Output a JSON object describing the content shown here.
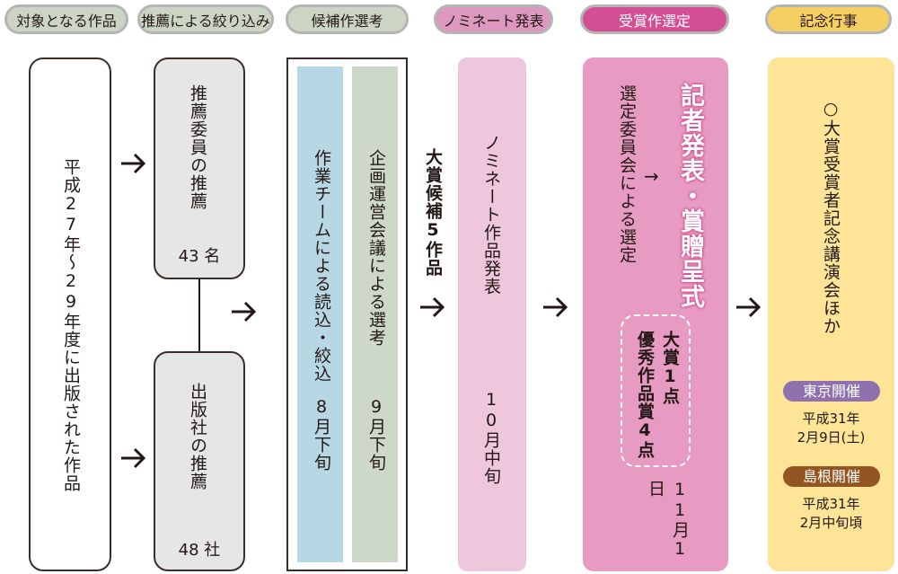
{
  "header": {
    "steps": [
      {
        "label": "対象となる作品",
        "color": "#ccd5c3"
      },
      {
        "label": "推薦による絞り込み",
        "color": "#ccd5c3"
      },
      {
        "label": "候補作選考",
        "color": "#ccd5c3"
      },
      {
        "label": "ノミネート発表",
        "color": "#dc98bf"
      },
      {
        "label": "受賞作選定",
        "color": "#d44e94"
      },
      {
        "label": "記念行事",
        "color": "#f5cf61"
      }
    ]
  },
  "target": {
    "text": "平成27年〜29年度に出版された作品"
  },
  "recommend": {
    "committee": {
      "title": "推薦委員の推薦",
      "count": "43 名"
    },
    "publisher": {
      "title": "出版社の推薦",
      "count": "48 社"
    }
  },
  "selection": {
    "team": {
      "title": "作業チームによる読込・絞込",
      "date": "8月下旬",
      "color": "#b7d7e4"
    },
    "meeting": {
      "title": "企画運営会議による選考",
      "date": "9月下旬",
      "color": "#ced8c8"
    }
  },
  "candidates": {
    "text": "大賞候補5作品"
  },
  "nominate": {
    "title": "ノミネート作品発表",
    "date": "10月中旬",
    "color": "#efc7dd"
  },
  "award": {
    "committee": "選定委員会による選定",
    "arrow": "→",
    "ceremony": "記者発表・賞贈呈式",
    "grand_prize": "大賞1点",
    "excellence": "優秀作品賞4点",
    "date": "11月1日",
    "color": "#e79bc2"
  },
  "event": {
    "title": "○大賞受賞者記念講演会ほか",
    "tokyo": {
      "badge": "東京開催",
      "line1": "平成31年",
      "line2": "2月9日(土)",
      "color": "#8f71ad"
    },
    "shimane": {
      "badge": "島根開催",
      "line1": "平成31年",
      "line2": "2月中旬頃",
      "color": "#935522"
    },
    "color": "#fde497"
  }
}
